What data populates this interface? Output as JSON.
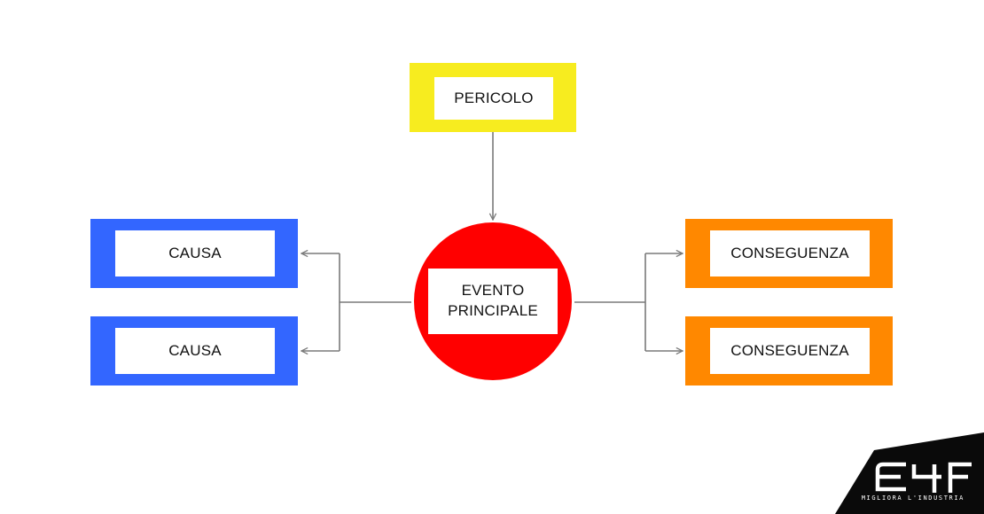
{
  "diagram": {
    "hazard": {
      "label": "PERICOLO",
      "color": "#f7ec1f"
    },
    "causes": [
      {
        "label": "CAUSA",
        "color": "#3366ff"
      },
      {
        "label": "CAUSA",
        "color": "#3366ff"
      }
    ],
    "top_event": {
      "label": "EVENTO\nPRINCIPALE",
      "color": "#ff0000"
    },
    "consequences": [
      {
        "label": "CONSEGUENZA",
        "color": "#ff8800"
      },
      {
        "label": "CONSEGUENZA",
        "color": "#ff8800"
      }
    ],
    "connector_color": "#7a7a7a"
  },
  "logo": {
    "name": "E4F",
    "tagline": "MIGLIORA L'INDUSTRIA"
  }
}
